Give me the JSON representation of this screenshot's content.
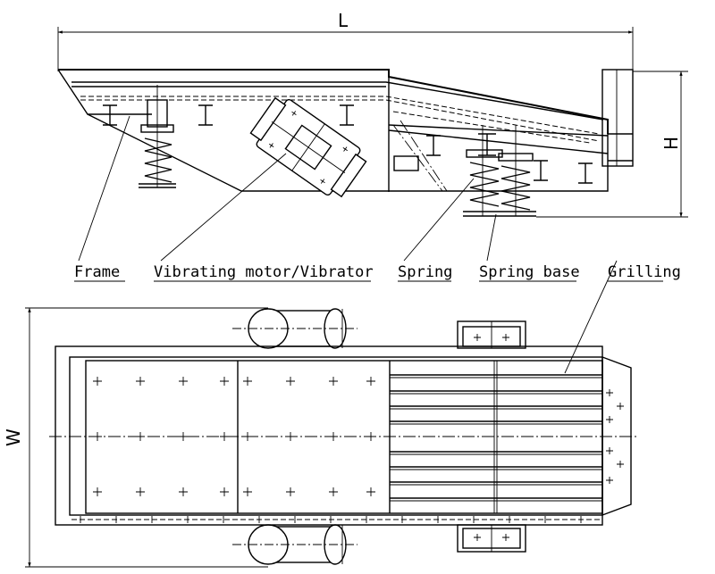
{
  "dimensions": {
    "length": "L",
    "height": "H",
    "width": "W"
  },
  "labels": {
    "frame": "Frame",
    "motor": "Vibrating motor/Vibrator",
    "spring": "Spring",
    "spring_base": "Spring base",
    "grilling": "Grilling"
  }
}
